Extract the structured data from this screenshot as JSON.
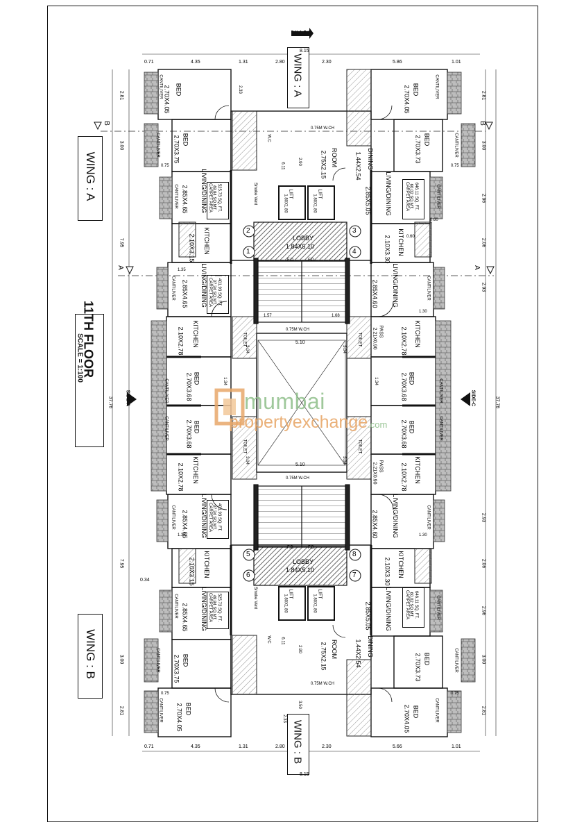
{
  "sheet": {
    "floor_title": "11TH FLOOR",
    "scale": "SCALE = 1:100",
    "left_wing_a": "WING : A",
    "left_wing_b": "WING : B"
  },
  "wings": {
    "top_tag": "WING : A",
    "bottom_tag": "WING : B"
  },
  "sides": {
    "top": "SIDE-B",
    "left": "SIDE-A",
    "right": "SIDE-C"
  },
  "section_marks": {
    "a": "A",
    "b": "B"
  },
  "rooms": {
    "bed_4_05": "BED",
    "bed_4_05_dim": "2.70X4.05",
    "bed_3_75": "BED",
    "bed_3_75_dim": "2.70X3.75",
    "bed_3_73": "BED",
    "bed_3_73_dim": "2.70X3.73",
    "bed_3_68": "BED",
    "bed_3_68_dim": "2.70X3.68",
    "living_4_65": "LIVING/DINING",
    "living_4_65_dim": "2.85X4.65",
    "living_4_60": "LIVING/DINING",
    "living_4_60_dim": "2.85X4.60",
    "living_5_05": "LIVING/DINING",
    "living_5_05_dim": "2.85X5.05",
    "kitchen_3_15": "KITCHEN",
    "kitchen_3_15_dim": "2.10X3.15",
    "kitchen_3_30": "KITCHEN",
    "kitchen_3_30_dim": "2.10X3.30",
    "kitchen_2_78": "KITCHEN",
    "kitchen_2_78_dim": "2.10X2.78",
    "room": "ROOM",
    "room_dim": "2.75X2.15",
    "dining": "DINING",
    "dining_dim": "1.44X2.54",
    "lobby": "LOBBY",
    "lobby_dim": "1.84X5.10",
    "pass": "PASS",
    "pass_dim": "2.21X0.90",
    "cantilever": "CANTILIVER",
    "lift": "LIFT",
    "lift_dim": "1.80X1.80",
    "toilet": "TOILET",
    "wc": "W.C",
    "smoke_vent": "Smoke Vent",
    "wch": "0.75M W.CH",
    "fd": "F.D."
  },
  "carpet_areas": {
    "a_label": "CARPET AREA",
    "a_sqmt": "48.84 SQ.MT.",
    "a_sqft": "525.73 SQ. FT.",
    "b_label": "CARPET AREA",
    "b_sqmt": "60.02 SQ.MT.",
    "b_sqft": "646.11 SQ. FT.",
    "c_label": "CARPET AREA",
    "c_sqmt": "37.34 SQ.MT.",
    "c_sqft": "401.93 SQ. FT."
  },
  "flat_numbers": [
    "1",
    "2",
    "3",
    "4",
    "5",
    "6",
    "7",
    "8"
  ],
  "dimensions": {
    "d0_71": "0.71",
    "d4_35": "4.35",
    "d1_31": "1.31",
    "d2_80": "2.80",
    "d2_30": "2.30",
    "d5_86": "5.86",
    "d1_01": "1.01",
    "d5_66": "5.66",
    "d8_15": "8.15",
    "d2_81": "2.81",
    "d3_00": "3.00",
    "d2_96": "2.96",
    "d7_95": "7.95",
    "d2_06": "2.06",
    "d2_93": "2.93",
    "d37_76": "37.76",
    "d0_75": "0.75",
    "d1_35": "1.35",
    "d1_30": "1.30",
    "d5_10": "5.10",
    "d2_33": "2.33",
    "d6_11": "6.11",
    "d2_90": "2.90",
    "d3_50": "3.50",
    "d0_34": "0.34",
    "d0_60": "0.60",
    "d1_57": "1.57",
    "d1_68": "1.68",
    "d3_04": "3.04",
    "d1_34": "1.34"
  },
  "watermark": {
    "line1": "mumbai",
    "line2": "propertyexchange",
    "suffix": ".com"
  },
  "colors": {
    "line": "#111111",
    "hatch": "#555555",
    "watermark_orange": "#e8a86a",
    "watermark_green": "#8fbf8a"
  }
}
